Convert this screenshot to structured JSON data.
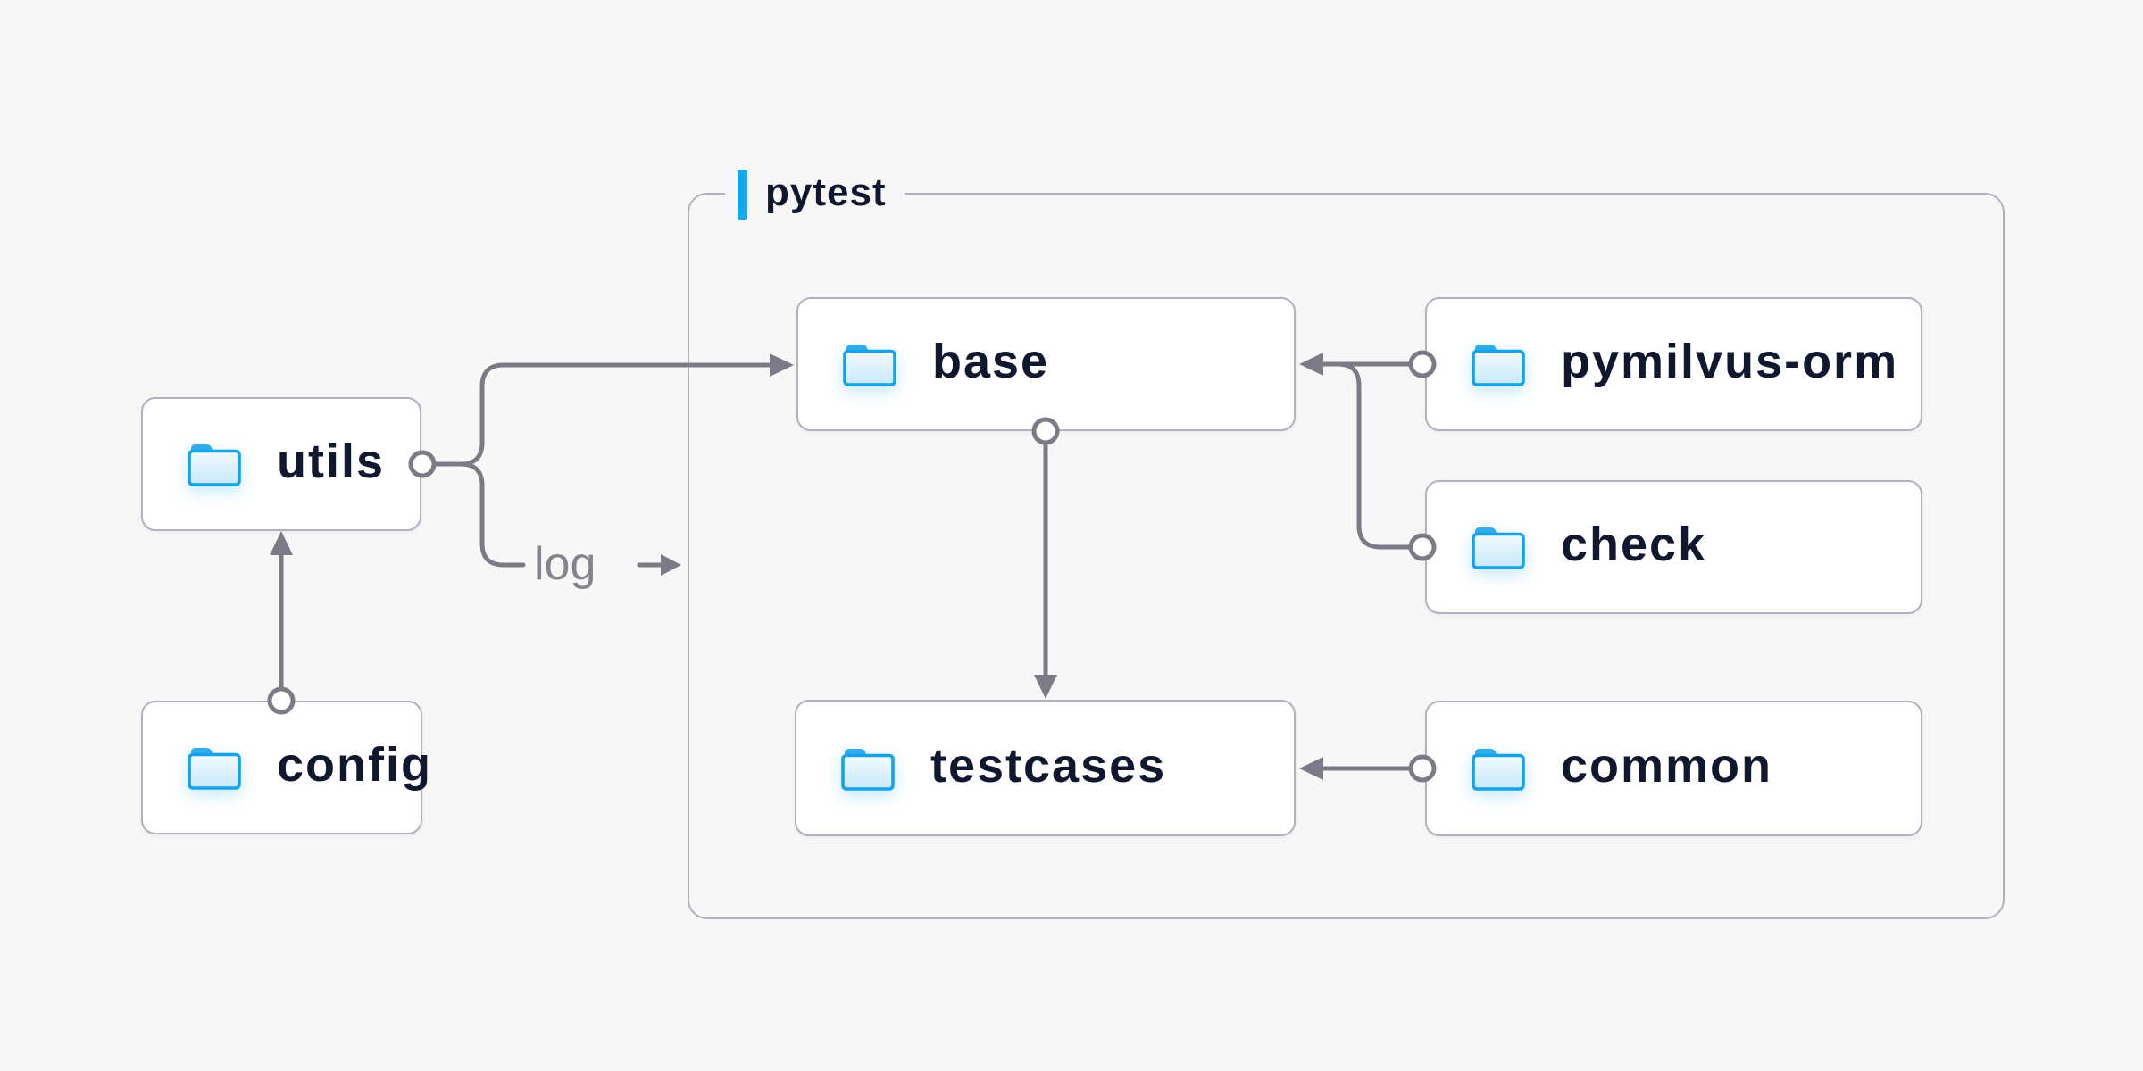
{
  "diagram": {
    "group": {
      "label": "pytest"
    },
    "nodes": {
      "utils": {
        "label": "utils",
        "icon": "folder-icon"
      },
      "config": {
        "label": "config",
        "icon": "folder-icon"
      },
      "base": {
        "label": "base",
        "icon": "folder-icon"
      },
      "testcases": {
        "label": "testcases",
        "icon": "folder-icon"
      },
      "pymilvus_orm": {
        "label": "pymilvus-orm",
        "icon": "folder-icon"
      },
      "check": {
        "label": "check",
        "icon": "folder-icon"
      },
      "common": {
        "label": "common",
        "icon": "folder-icon"
      }
    },
    "edges": [
      {
        "from": "config",
        "to": "utils"
      },
      {
        "from": "utils",
        "to": "base"
      },
      {
        "from": "utils",
        "to": "pytest",
        "label": "log"
      },
      {
        "from": "pymilvus-orm",
        "to": "base"
      },
      {
        "from": "check",
        "to": "base"
      },
      {
        "from": "base",
        "to": "testcases"
      },
      {
        "from": "common",
        "to": "testcases"
      }
    ],
    "colors": {
      "background": "#f7f7f8",
      "node_fill": "#ffffff",
      "node_border": "#b1b1bd",
      "group_border": "#b1b1bd",
      "connector": "#7b7b88",
      "label_text": "#10182f",
      "edge_label_text": "#84848f",
      "accent_blue": "#12a9ec",
      "folder_stroke": "#14a2e8",
      "folder_tab": "#30acea"
    }
  }
}
